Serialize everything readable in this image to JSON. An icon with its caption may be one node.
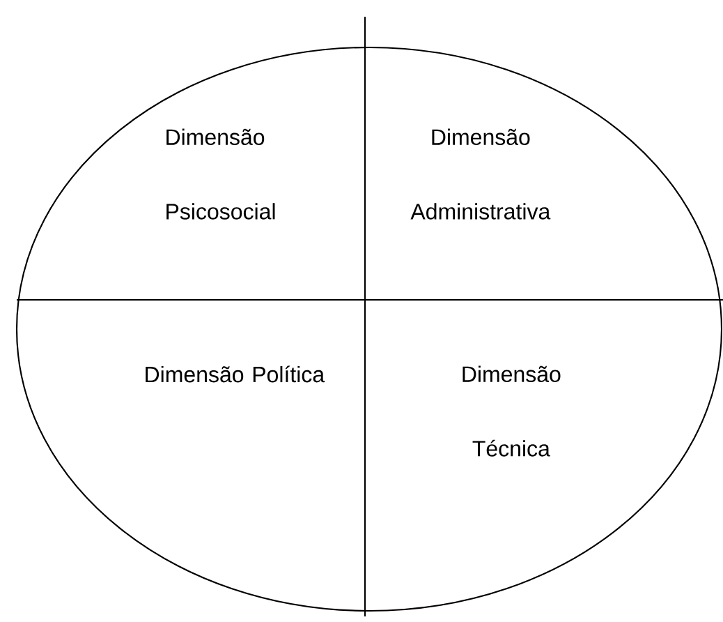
{
  "diagram": {
    "labels": [
      "Dimensão Psicosocial",
      "Dimensão Administrativa",
      "Dimensão Política",
      "Dimensão Técnica"
    ]
  }
}
